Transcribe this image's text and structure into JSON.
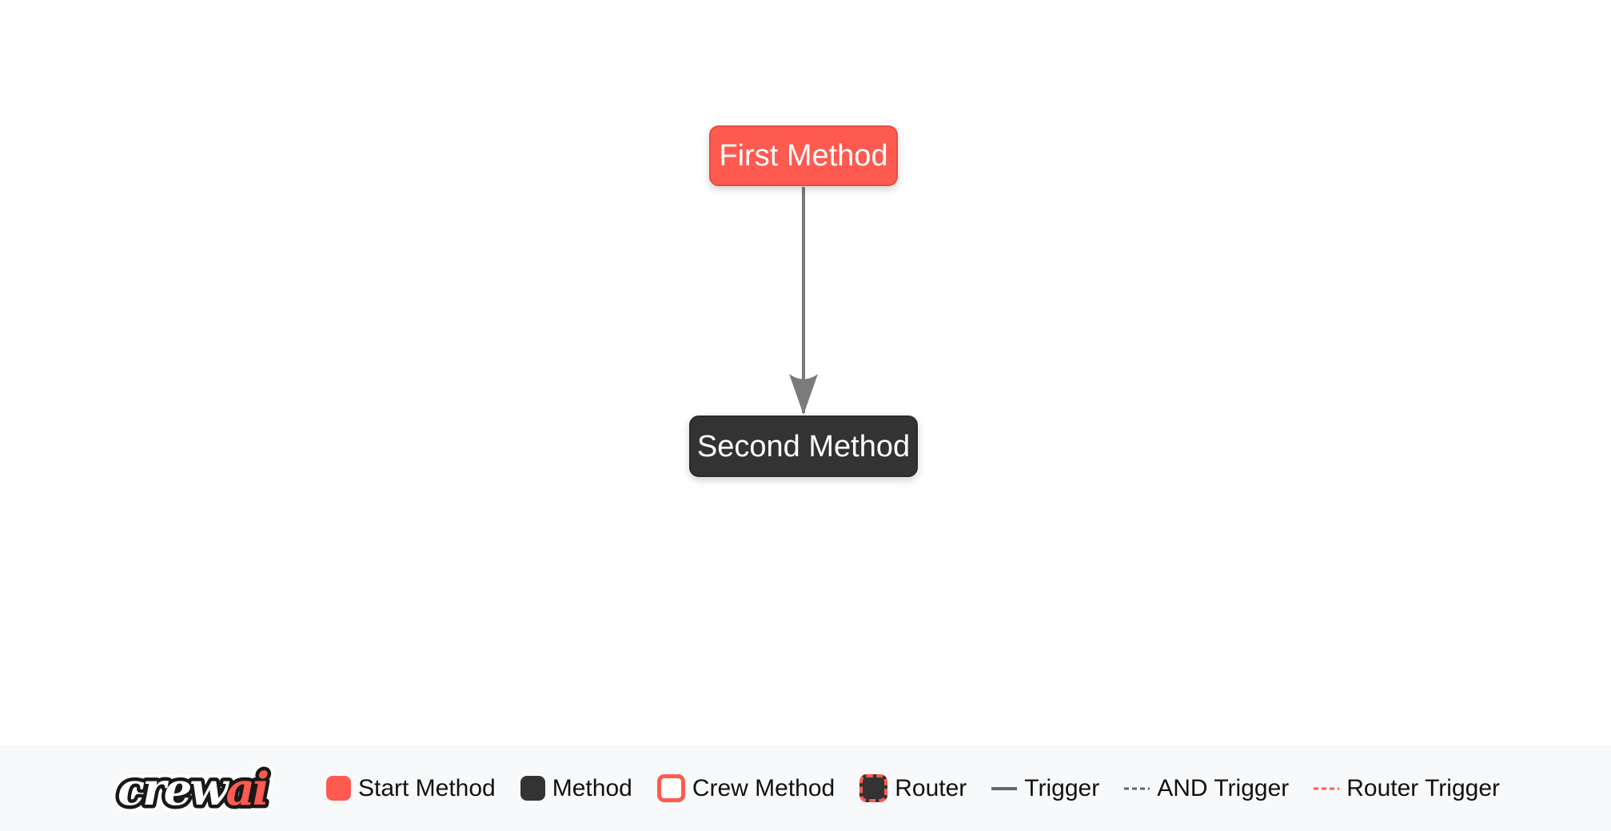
{
  "page": {
    "background": "#FFFFFF",
    "footer_background": "#F8F9FA"
  },
  "diagram": {
    "nodes": [
      {
        "label": "First Method",
        "type": "start-method",
        "color": "#FF5A50",
        "text_color": "#FFFFFF"
      },
      {
        "label": "Second Method",
        "type": "method",
        "color": "#333333",
        "text_color": "#FFFFFF"
      }
    ],
    "edges": [
      {
        "from": "First Method",
        "to": "Second Method",
        "type": "trigger",
        "color": "#7B7B7B"
      }
    ]
  },
  "legend": {
    "logo": {
      "crew": "crew",
      "ai": "ai",
      "ai_color": "#FF5A50",
      "crew_color": "#FFFFFF"
    },
    "items": [
      {
        "label": "Start Method",
        "swatch": "box",
        "color": "#FF5A50"
      },
      {
        "label": "Method",
        "swatch": "box",
        "color": "#333333"
      },
      {
        "label": "Crew Method",
        "swatch": "box",
        "color": "#FFFFFF",
        "border_color": "#FF5A50"
      },
      {
        "label": "Router",
        "swatch": "box",
        "color": "#333333",
        "border_color": "#FF5A50",
        "border_style": "dashed"
      },
      {
        "label": "Trigger",
        "swatch": "solid-line",
        "color": "#666666"
      },
      {
        "label": "AND Trigger",
        "swatch": "dashed-line",
        "color": "#666666"
      },
      {
        "label": "Router Trigger",
        "swatch": "dashed-line",
        "color": "#FF5A50"
      }
    ]
  }
}
